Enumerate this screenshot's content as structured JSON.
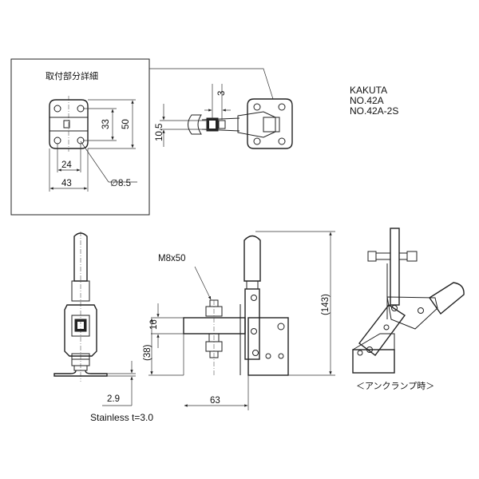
{
  "brand": "KAKUTA",
  "models": [
    "NO.42A",
    "NO.42A-2S"
  ],
  "detail_box": {
    "title": "取付部分詳細",
    "dims": {
      "d33": "33",
      "d50": "50",
      "d24": "24",
      "d43": "43",
      "hole": "∅8.5"
    }
  },
  "top_view": {
    "dims": {
      "d10_5": "10.5",
      "d3": "3"
    }
  },
  "side_view": {
    "dims": {
      "d2_9": "2.9"
    },
    "material": "Stainless t=3.0"
  },
  "front_view": {
    "bolt_label": "M8x50",
    "dims": {
      "d16": "16",
      "d38": "(38)",
      "d143": "(143)",
      "d63": "63"
    }
  },
  "unclamped_view": {
    "caption": "＜アンクランプ時＞"
  },
  "colors": {
    "line": "#222222",
    "paper": "#ffffff"
  }
}
